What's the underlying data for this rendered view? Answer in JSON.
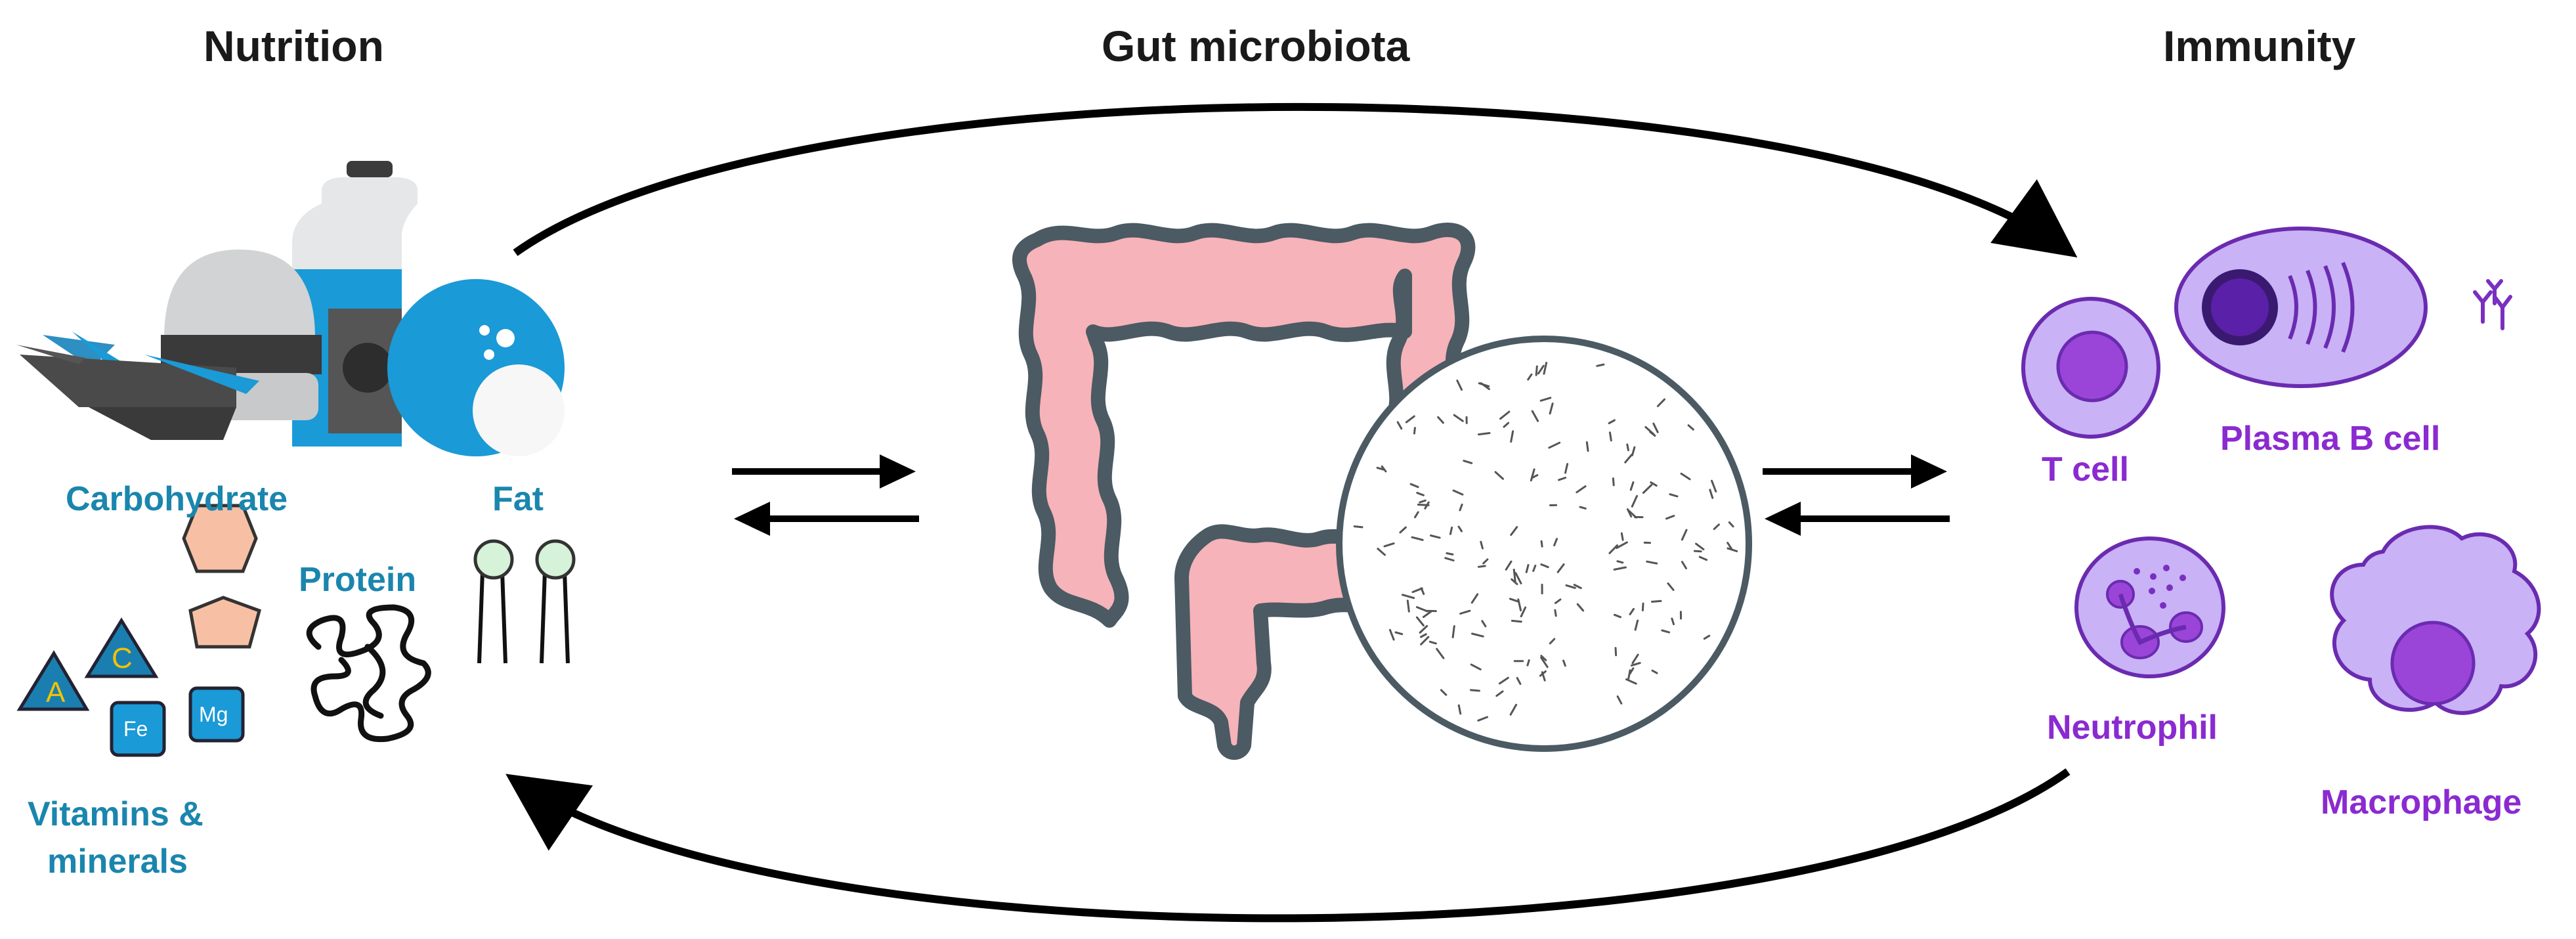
{
  "headers": {
    "nutrition": "Nutrition",
    "gut": "Gut microbiota",
    "immunity": "Immunity"
  },
  "nutrients": {
    "carbohydrate": "Carbohydrate",
    "protein": "Protein",
    "fat": "Fat",
    "vitamins_line1": "Vitamins &",
    "vitamins_line2": "minerals",
    "vitamin_a": "A",
    "vitamin_c": "C",
    "iron": "Fe",
    "magnesium": "Mg"
  },
  "cells": {
    "t_cell": "T cell",
    "plasma_b_cell": "Plasma B cell",
    "neutrophil": "Neutrophil",
    "macrophage": "Macrophage"
  },
  "colors": {
    "nutrition_text": "#1a86ad",
    "immune_text": "#8a2ad0",
    "cell_fill": "#c9b2f5",
    "nucleus": "#9b45d8",
    "gut_fill": "#f6b3b9",
    "gut_outline": "#4b5a63",
    "food_blue": "#1a9ad6"
  }
}
